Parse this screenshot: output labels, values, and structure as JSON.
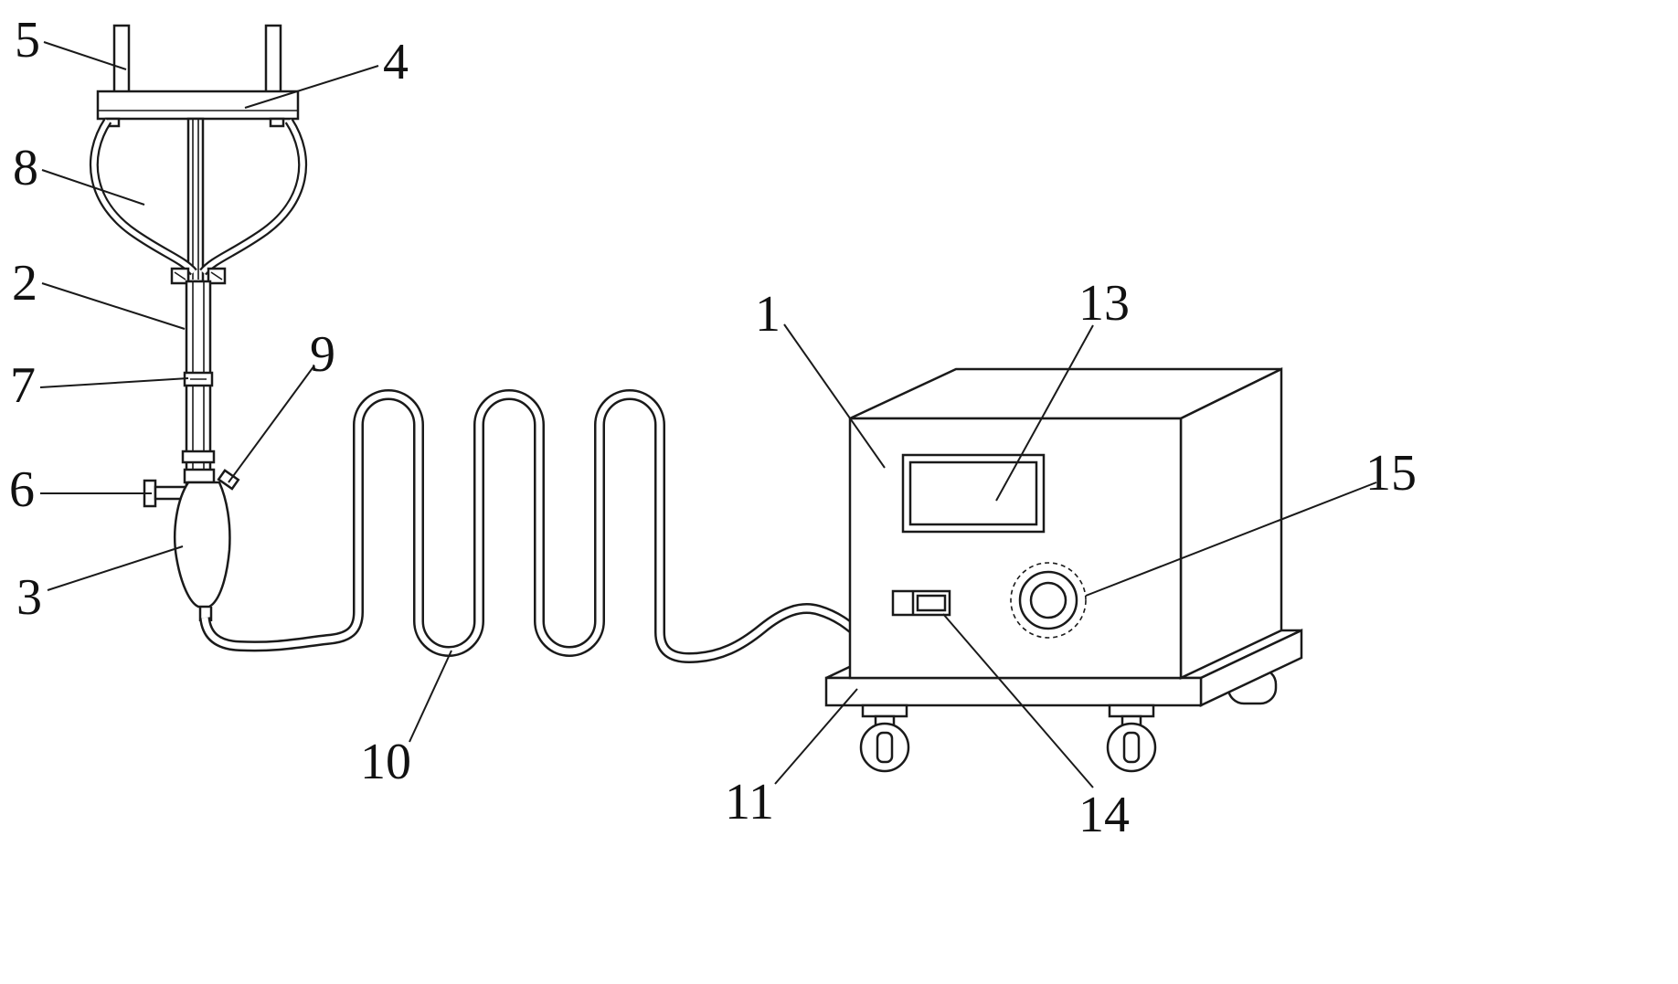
{
  "colors": {
    "ink": "#1a1a1a",
    "background": "#ffffff"
  },
  "labels": {
    "l1": "1",
    "l2": "2",
    "l3": "3",
    "l4": "4",
    "l5": "5",
    "l6": "6",
    "l7": "7",
    "l8": "8",
    "l9": "9",
    "l10": "10",
    "l11": "11",
    "l13": "13",
    "l14": "14",
    "l15": "15"
  }
}
